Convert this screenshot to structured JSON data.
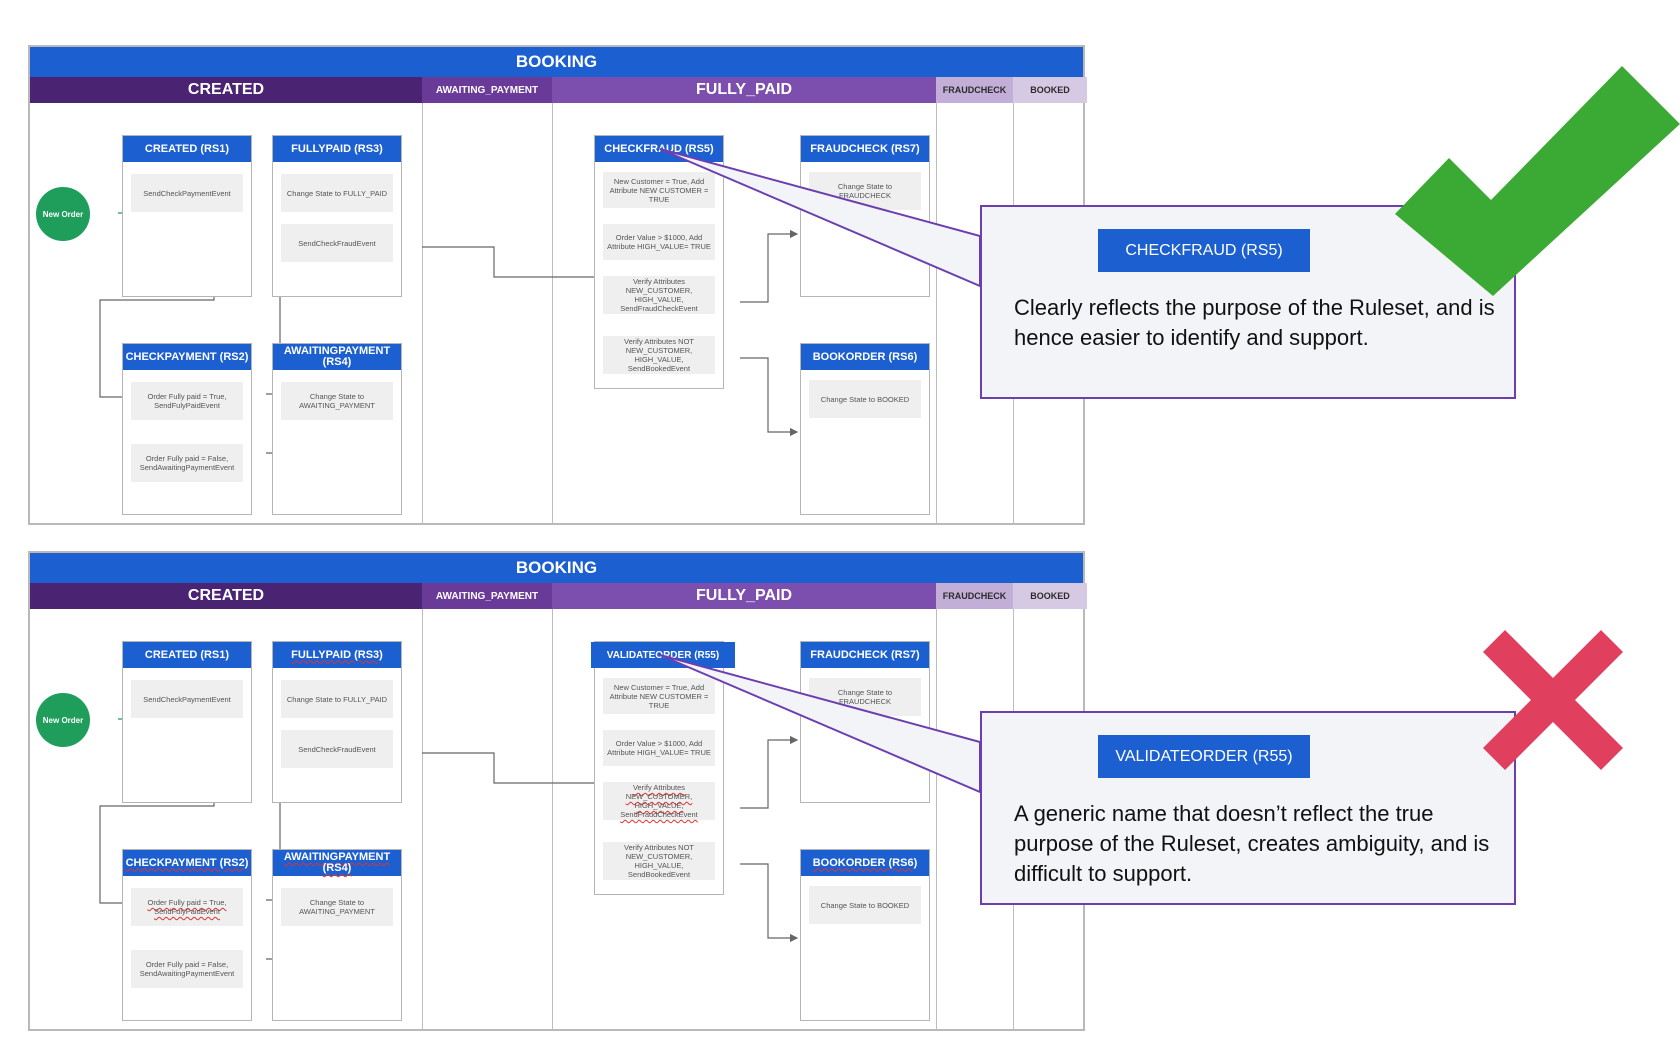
{
  "lane_headers": {
    "booking": "BOOKING",
    "created": "CREATED",
    "awaiting_payment": "AWAITING_PAYMENT",
    "fully_paid": "FULLY_PAID",
    "fraudcheck": "FRAUDCHECK",
    "booked": "BOOKED"
  },
  "start_node": "New Order",
  "rulesets": {
    "created": {
      "title": "CREATED (RS1)",
      "steps": [
        "SendCheckPaymentEvent"
      ]
    },
    "fullypaid": {
      "title": "FULLYPAID (RS3)",
      "steps": [
        "Change State to FULLY_PAID",
        "SendCheckFraudEvent"
      ]
    },
    "checkpayment": {
      "title": "CHECKPAYMENT (RS2)",
      "steps": [
        "Order Fully paid = True, SendFulyPaidEvent",
        "Order Fully paid = False, SendAwaitingPaymentEvent"
      ]
    },
    "awaitingpayment": {
      "title": "AWAITINGPAYMENT (RS4)",
      "steps": [
        "Change State to AWAITING_PAYMENT"
      ]
    },
    "rs5_steps": [
      "New Customer = True, Add Attribute NEW CUSTOMER = TRUE",
      "Order Value > $1000, Add Attribute HIGH_VALUE= TRUE",
      "Verify Attributes NEW_CUSTOMER, HIGH_VALUE, SendFraudCheckEvent",
      "Verify Attributes NOT NEW_CUSTOMER, HIGH_VALUE, SendBookedEvent"
    ],
    "fraudcheck": {
      "title": "FRAUDCHECK (RS7)",
      "steps": [
        "Change State to FRAUDCHECK"
      ]
    },
    "bookorder": {
      "title": "BOOKORDER (RS6)",
      "steps": [
        "Change State to BOOKED"
      ]
    }
  },
  "good_example": {
    "rs5_title": "CHECKFRAUD (RS5)",
    "callout_title": "CHECKFRAUD (RS5)",
    "callout_text": "Clearly reflects the purpose of the Ruleset, and is hence easier to identify and support.",
    "badge_icon": "check-mark-icon",
    "badge_color": "#3aaa35"
  },
  "bad_example": {
    "rs5_title": "VALIDATEORDER (R55)",
    "callout_title": "VALIDATEORDER (R55)",
    "callout_text": "A generic name that doesn’t reflect the true purpose of the Ruleset, creates ambiguity, and is difficult to support.",
    "badge_icon": "cross-mark-icon",
    "badge_color": "#e0405e"
  },
  "colors": {
    "booking_blue": "#1b5fd1",
    "created_lane": "#4a2472",
    "fully_paid_lane": "#7c4fae",
    "start_green": "#1e9e5a",
    "callout_border": "#6b3fb0"
  }
}
